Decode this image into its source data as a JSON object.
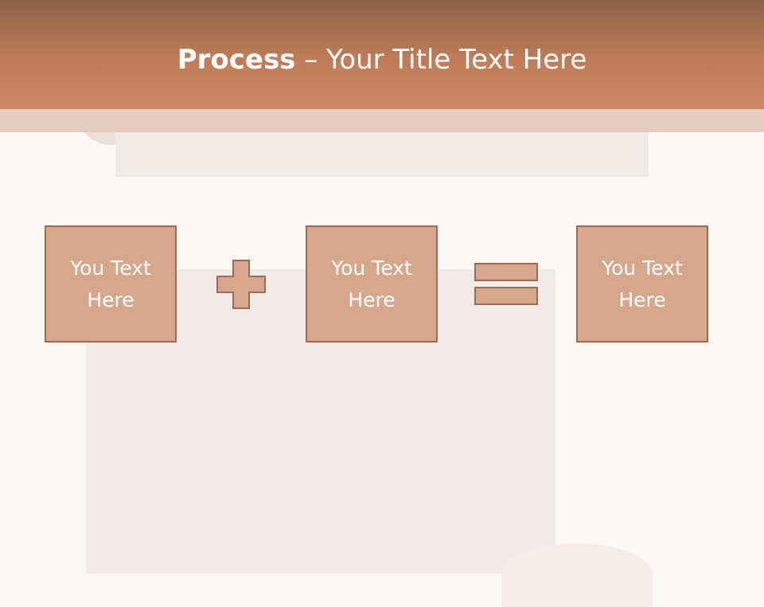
{
  "title": {
    "bold": "Process",
    "rest": " – Your Title Text Here"
  },
  "steps": [
    {
      "label": "You Text Here"
    },
    {
      "label": "You Text Here"
    },
    {
      "label": "You Text Here"
    }
  ],
  "operators": [
    "plus",
    "equals"
  ],
  "colors": {
    "header": "#c07c59",
    "box_fill": "#d6a78a",
    "box_border": "#9b6b58",
    "background": "#fcf8f6"
  }
}
